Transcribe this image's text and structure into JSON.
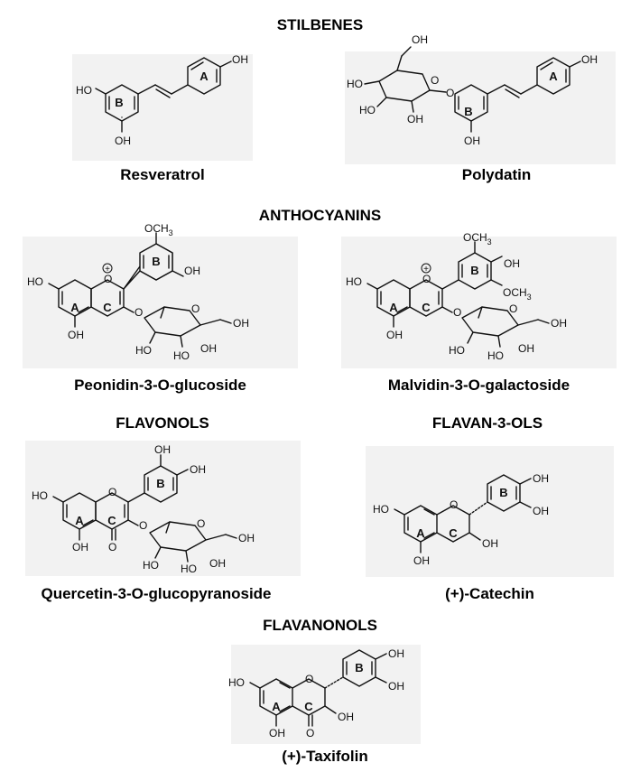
{
  "sections": {
    "stilbenes": "STILBENES",
    "anthocyanins": "ANTHOCYANINS",
    "flavonols": "FLAVONOLS",
    "flavan3ols": "FLAVAN-3-OLS",
    "flavanonols": "FLAVANONOLS"
  },
  "compounds": {
    "resveratrol": "Resveratrol",
    "polydatin": "Polydatin",
    "peonidin": "Peonidin-3-O-glucoside",
    "malvidin": "Malvidin-3-O-galactoside",
    "quercetin": "Quercetin-3-O-glucopyranoside",
    "catechin": "(+)-Catechin",
    "taxifolin": "(+)-Taxifolin"
  },
  "atom_labels": {
    "oh": "OH",
    "ho": "HO",
    "o": "O",
    "och3": "OCH",
    "sub3": "3",
    "charge": "+"
  },
  "ring_labels": {
    "a": "A",
    "b": "B",
    "c": "C"
  }
}
